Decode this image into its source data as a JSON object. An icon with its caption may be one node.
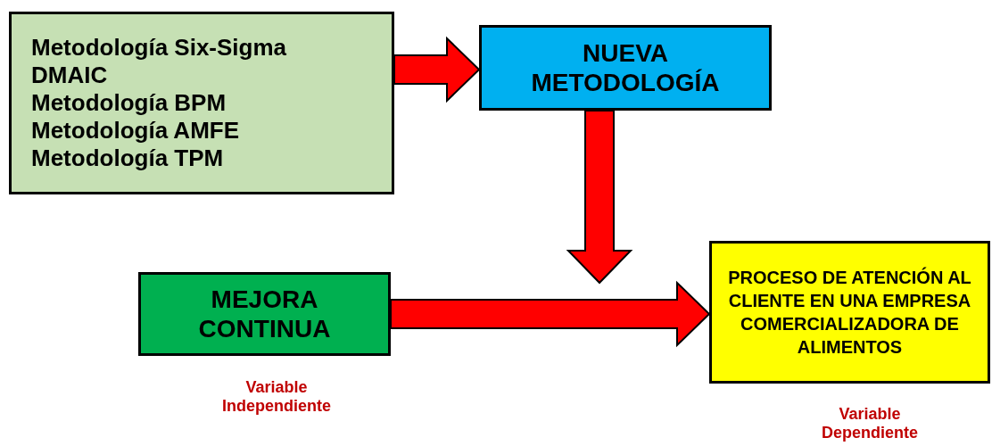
{
  "diagram": {
    "nodes": [
      {
        "text": [
          "Metodología Six-Sigma DMAIC",
          "Metodología BPM",
          "Metodología AMFE",
          "Metodología TPM"
        ]
      },
      {
        "text": [
          "NUEVA METODOLOGÍA"
        ]
      },
      {
        "text": [
          "MEJORA CONTINUA"
        ],
        "beside": [
          "Variable Independiente"
        ]
      },
      {
        "text": [
          "PROCESO DE ATENCIÓN AL CLIENTE EN UNA EMPRESA COMERCIALIZADORA DE ALIMENTOS"
        ],
        "beside": [
          "Variable Dependiente"
        ]
      }
    ],
    "edges": [
      {
        "from": 0,
        "to": 1,
        "arrow": "to"
      },
      {
        "from": 1,
        "to": null,
        "arrow": "to"
      },
      {
        "from": 2,
        "to": 3,
        "arrow": "to"
      }
    ]
  }
}
